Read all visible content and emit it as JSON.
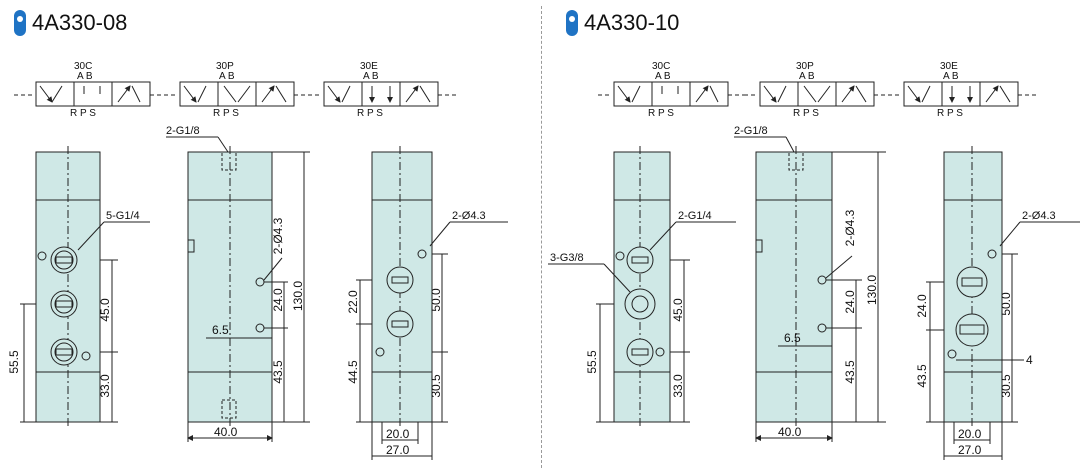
{
  "left": {
    "title": "4A330-08",
    "symbols": [
      {
        "code": "30C",
        "top": "A B",
        "bottom": "R P S"
      },
      {
        "code": "30P",
        "top": "A B",
        "bottom": "R P S"
      },
      {
        "code": "30E",
        "top": "A B",
        "bottom": "R P S"
      }
    ],
    "labels": {
      "port": "5-G1/4",
      "top_port": "2-G1/8",
      "hole": "2-Ø4.3"
    },
    "dims": {
      "front": [
        "55.5",
        "45.0",
        "33.0"
      ],
      "side": [
        "6.5",
        "24.0",
        "130.0",
        "43.5",
        "2-Ø4.3",
        "40.0"
      ],
      "end": [
        "22.0",
        "50.0",
        "44.5",
        "30.5",
        "20.0",
        "27.0"
      ]
    }
  },
  "right": {
    "title": "4A330-10",
    "symbols": [
      {
        "code": "30C",
        "top": "A B",
        "bottom": "R P S"
      },
      {
        "code": "30P",
        "top": "A B",
        "bottom": "R P S"
      },
      {
        "code": "30E",
        "top": "A B",
        "bottom": "R P S"
      }
    ],
    "labels": {
      "port": "2-G1/4",
      "port2": "3-G3/8",
      "top_port": "2-G1/8",
      "hole": "2-Ø4.3",
      "four": "4"
    },
    "dims": {
      "front": [
        "55.5",
        "45.0",
        "33.0"
      ],
      "side": [
        "6.5",
        "24.0",
        "130.0",
        "43.5",
        "2-Ø4.3",
        "40.0"
      ],
      "end": [
        "24.0",
        "50.0",
        "43.5",
        "30.5",
        "20.0",
        "27.0"
      ]
    }
  },
  "colors": {
    "body": "#cfe8e6",
    "line": "#222222",
    "accent": "#1f73c4"
  }
}
